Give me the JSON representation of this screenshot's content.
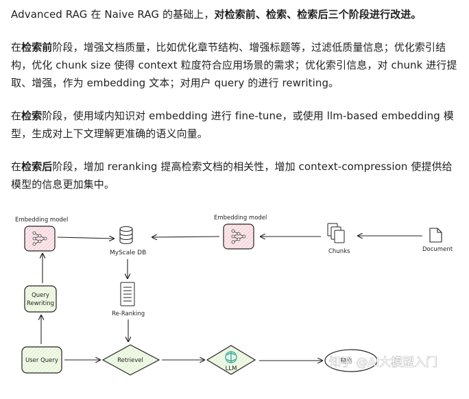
{
  "paragraphs": {
    "p1": {
      "a": "Advanced RAG 在 Naive RAG 的基础上，",
      "b": "对检索前、检索、检索后三个阶段进行改进。"
    },
    "p2": {
      "a": "在",
      "b": "检索前",
      "c": "阶段，增强文档质量，比如优化章节结构、增强标题等，过滤低质量信息；优化索引结构，优化 chunk size 使得 context 粒度符合应用场景的需求；优化索引信息，对 chunk 进行提取、增强，作为 embedding 文本；对用户 query 的进行 rewriting。"
    },
    "p3": {
      "a": "在",
      "b": "检索",
      "c": "阶段，使用域内知识对 embedding 进行 fine-tune，或使用 llm-based embedding 模型，生成对上下文理解更准确的语义向量。"
    },
    "p4": {
      "a": "在",
      "b": "检索后",
      "c": "阶段，增加 reranking 提高检索文档的相关性，增加 context-compression 使提供给模型的信息更加集中。"
    }
  },
  "diagram": {
    "embedding_model_left": "Embedding model",
    "embedding_model_right": "Embedding model",
    "myscale_db": "MyScale DB",
    "chunks": "Chunks",
    "document": "Document",
    "query_rewriting_1": "Query",
    "query_rewriting_2": "Rewriting",
    "re_ranking": "Re-Ranking",
    "user_query": "User Query",
    "retrievel": "Retrievel",
    "llm": "LLM",
    "output": "输出",
    "watermark": "知乎 @AI大模型入门"
  },
  "colors": {
    "pink_fill": "#f8dde2",
    "green_fill": "#e8f6d9",
    "teal_icon": "#1aa39a",
    "stroke": "#222222"
  }
}
